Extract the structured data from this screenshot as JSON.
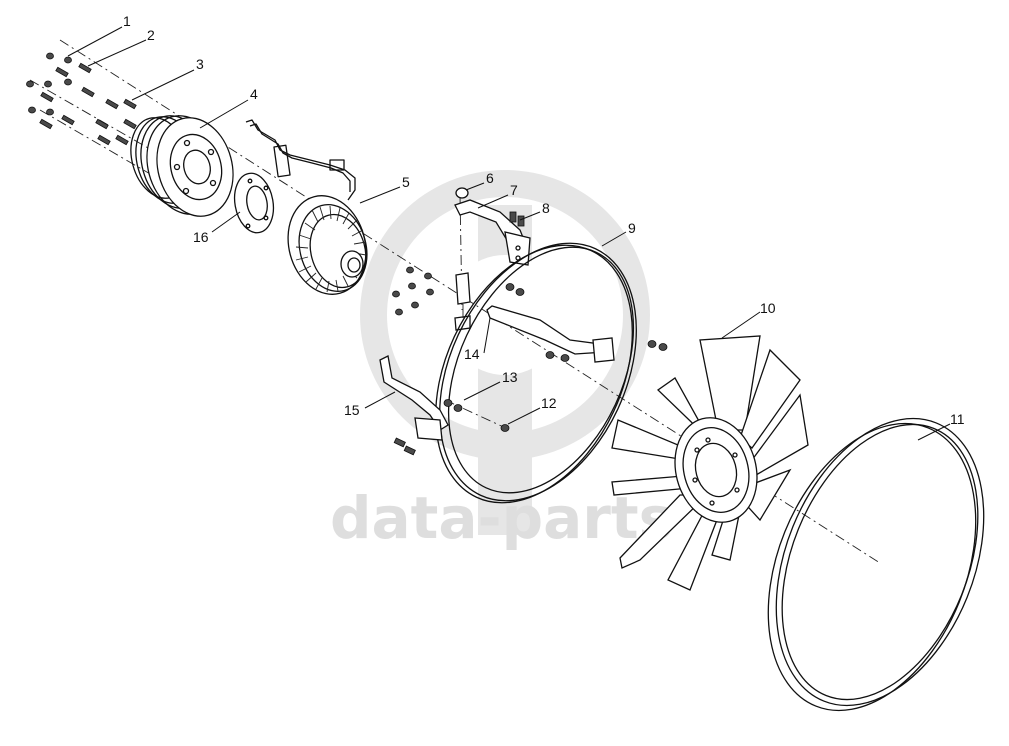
{
  "watermark": {
    "text": "data-parts",
    "logo": "dp-circle-logo",
    "color": "#dedede"
  },
  "callouts": [
    "1",
    "2",
    "3",
    "4",
    "5",
    "6",
    "7",
    "8",
    "9",
    "10",
    "11",
    "12",
    "13",
    "14",
    "15",
    "16"
  ],
  "icons": {
    "pulley": "pulley-icon",
    "fan_clutch": "fan-clutch-icon",
    "fan": "fan-blade-icon",
    "shroud": "shroud-ring-icon",
    "belt_ring": "ring-icon"
  }
}
